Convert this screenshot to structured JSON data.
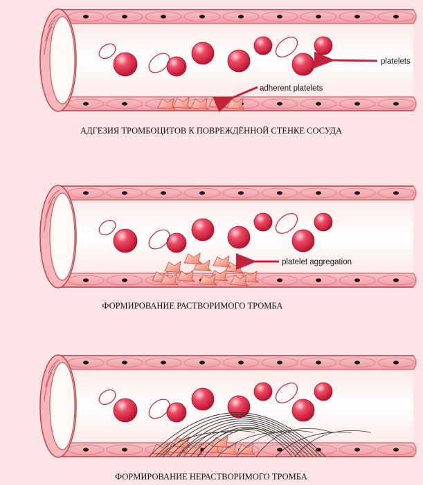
{
  "panels": [
    {
      "caption": "АДГЕЗИЯ ТРОМБОЦИТОВ К ПОВРЕЖДЁННОЙ СТЕНКЕ СОСУДА",
      "labels": [
        "platelets",
        "adherent platelets"
      ],
      "stage": "adhesion"
    },
    {
      "caption": "ФОРМИРОВАНИЕ РАСТВОРИМОГО ТРОМБА",
      "labels": [
        "platelet aggregation"
      ],
      "stage": "aggregation"
    },
    {
      "caption": "ФОРМИРОВАНИЕ НЕРАСТВОРИМОГО ТРОМБА",
      "labels": [],
      "stage": "fibrin"
    }
  ],
  "colors": {
    "background": "#fbe3e6",
    "vessel_wall": "#e8707a",
    "vessel_inner": "#fff4f3",
    "rbc": "#d81c3c",
    "platelet": "#f08b7a",
    "arrow": "#c0233b",
    "fibrin": "#333333"
  }
}
